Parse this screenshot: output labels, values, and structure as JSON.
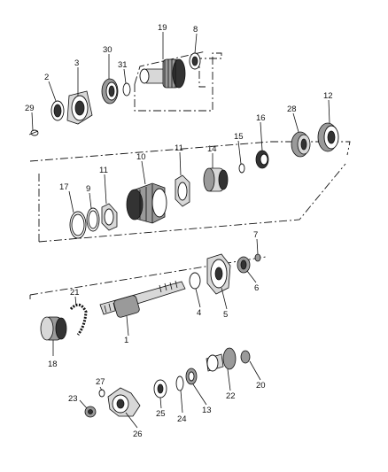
{
  "diagram": {
    "callouts": [
      {
        "id": "c1",
        "text": "1"
      },
      {
        "id": "c2",
        "text": "2"
      },
      {
        "id": "c3",
        "text": "3"
      },
      {
        "id": "c4",
        "text": "4"
      },
      {
        "id": "c5",
        "text": "5"
      },
      {
        "id": "c6",
        "text": "6"
      },
      {
        "id": "c7",
        "text": "7"
      },
      {
        "id": "c8",
        "text": "8"
      },
      {
        "id": "c9",
        "text": "9"
      },
      {
        "id": "c10",
        "text": "10"
      },
      {
        "id": "c11a",
        "text": "11"
      },
      {
        "id": "c11b",
        "text": "11"
      },
      {
        "id": "c12",
        "text": "12"
      },
      {
        "id": "c13",
        "text": "13"
      },
      {
        "id": "c14",
        "text": "14"
      },
      {
        "id": "c15",
        "text": "15"
      },
      {
        "id": "c16",
        "text": "16"
      },
      {
        "id": "c17",
        "text": "17"
      },
      {
        "id": "c18",
        "text": "18"
      },
      {
        "id": "c19",
        "text": "19"
      },
      {
        "id": "c20",
        "text": "20"
      },
      {
        "id": "c21",
        "text": "21"
      },
      {
        "id": "c22",
        "text": "22"
      },
      {
        "id": "c23",
        "text": "23"
      },
      {
        "id": "c24",
        "text": "24"
      },
      {
        "id": "c25",
        "text": "25"
      },
      {
        "id": "c26",
        "text": "26"
      },
      {
        "id": "c27",
        "text": "27"
      },
      {
        "id": "c28",
        "text": "28"
      },
      {
        "id": "c29",
        "text": "29"
      },
      {
        "id": "c30",
        "text": "30"
      },
      {
        "id": "c31",
        "text": "31"
      }
    ]
  }
}
